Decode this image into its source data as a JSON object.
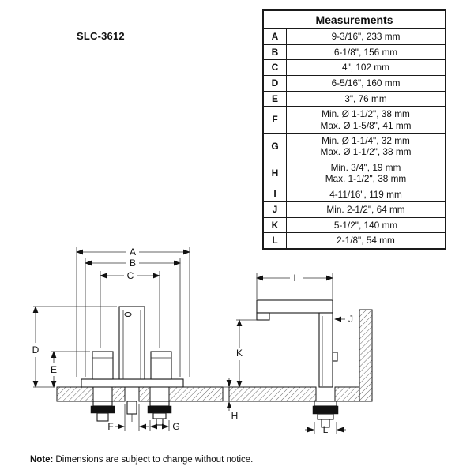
{
  "model": "SLC-3612",
  "table": {
    "title": "Measurements",
    "rows": [
      {
        "key": "A",
        "lines": [
          "9-3/16\", 233 mm"
        ]
      },
      {
        "key": "B",
        "lines": [
          "6-1/8\", 156 mm"
        ]
      },
      {
        "key": "C",
        "lines": [
          "4\", 102 mm"
        ]
      },
      {
        "key": "D",
        "lines": [
          "6-5/16\", 160 mm"
        ]
      },
      {
        "key": "E",
        "lines": [
          "3\", 76 mm"
        ]
      },
      {
        "key": "F",
        "lines": [
          "Min. Ø 1-1/2\", 38 mm",
          "Max. Ø 1-5/8\", 41 mm"
        ]
      },
      {
        "key": "G",
        "lines": [
          "Min. Ø 1-1/4\", 32 mm",
          "Max. Ø 1-1/2\", 38 mm"
        ]
      },
      {
        "key": "H",
        "lines": [
          "Min. 3/4\", 19 mm",
          "Max. 1-1/2\", 38 mm"
        ]
      },
      {
        "key": "I",
        "lines": [
          "4-11/16\", 119 mm"
        ]
      },
      {
        "key": "J",
        "lines": [
          "Min. 2-1/2\", 64 mm"
        ]
      },
      {
        "key": "K",
        "lines": [
          "5-1/2\", 140 mm"
        ]
      },
      {
        "key": "L",
        "lines": [
          "2-1/8\", 54 mm"
        ]
      }
    ]
  },
  "labels": {
    "A": "A",
    "B": "B",
    "C": "C",
    "D": "D",
    "E": "E",
    "F": "F",
    "G": "G",
    "H": "H",
    "I": "I",
    "J": "J",
    "K": "K",
    "L": "L"
  },
  "note": {
    "label": "Note:",
    "text": "Dimensions are subject to change without notice."
  }
}
